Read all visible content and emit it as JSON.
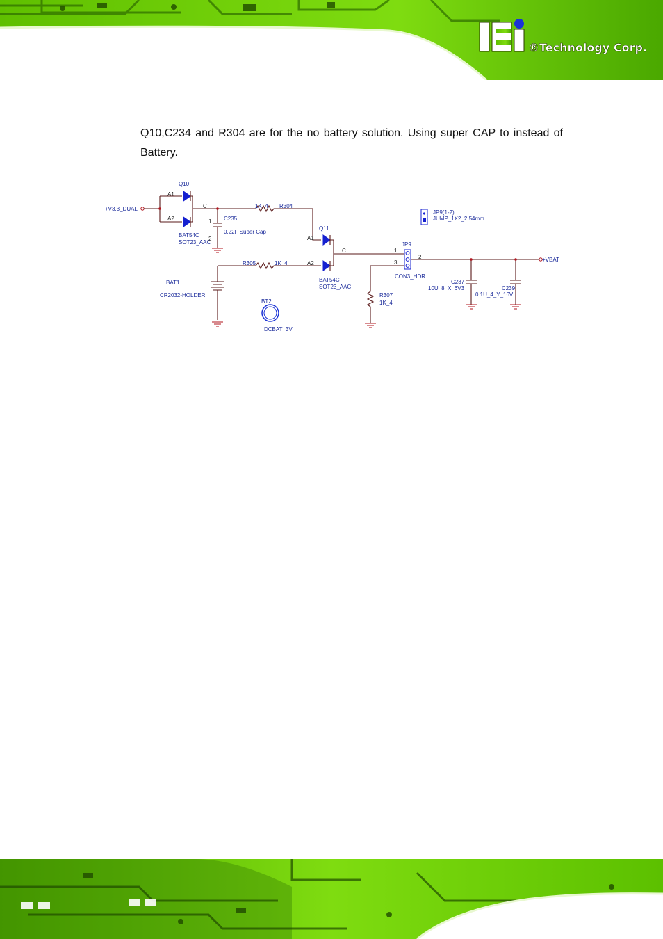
{
  "header": {
    "logo_mark": "iEi",
    "logo_text": "®Technology Corp.",
    "colors": {
      "pcb_green": "#6fd000",
      "pcb_dark": "#1f4a00",
      "logo_blue": "#1b33d6"
    }
  },
  "body": {
    "intro_text": "Q10,C234 and R304 are for the no battery solution. Using super CAP to instead of Battery."
  },
  "schematic": {
    "net_v33": "+V3.3_DUAL",
    "net_vbat": "+VBAT",
    "q10": {
      "ref": "Q10",
      "pin_a1": "A1",
      "pin_a2": "A2",
      "pin_c": "C",
      "part": "BAT54C",
      "package": "SOT23_AAC"
    },
    "c235": {
      "ref": "C235",
      "value": "0.22F Super Cap",
      "pin1": "1",
      "pin2": "2"
    },
    "r304": {
      "ref": "R304",
      "value": "1K_4"
    },
    "q11": {
      "ref": "Q11",
      "pin_a1": "A1",
      "pin_a2": "A2",
      "pin_c": "C",
      "part": "BAT54C",
      "package": "SOT23_AAC"
    },
    "r305": {
      "ref": "R305",
      "value": "1K_4"
    },
    "bat1": {
      "ref": "BAT1",
      "part": "CR2032-HOLDER"
    },
    "bt2": {
      "ref": "BT2",
      "part": "DCBAT_3V"
    },
    "jp9": {
      "ref": "JP9",
      "part": "CON3_HDR",
      "pin1": "1",
      "pin2": "2",
      "pin3": "3"
    },
    "jp9_legend": {
      "line1": "JP9(1-2)",
      "line2": "JUMP_1X2_2.54mm"
    },
    "r307": {
      "ref": "R307",
      "value": "1K_4"
    },
    "c237": {
      "ref": "C237",
      "value": "10U_8_X_6V3"
    },
    "c239": {
      "ref": "C239",
      "value": "0.1U_4_Y_16V"
    }
  }
}
